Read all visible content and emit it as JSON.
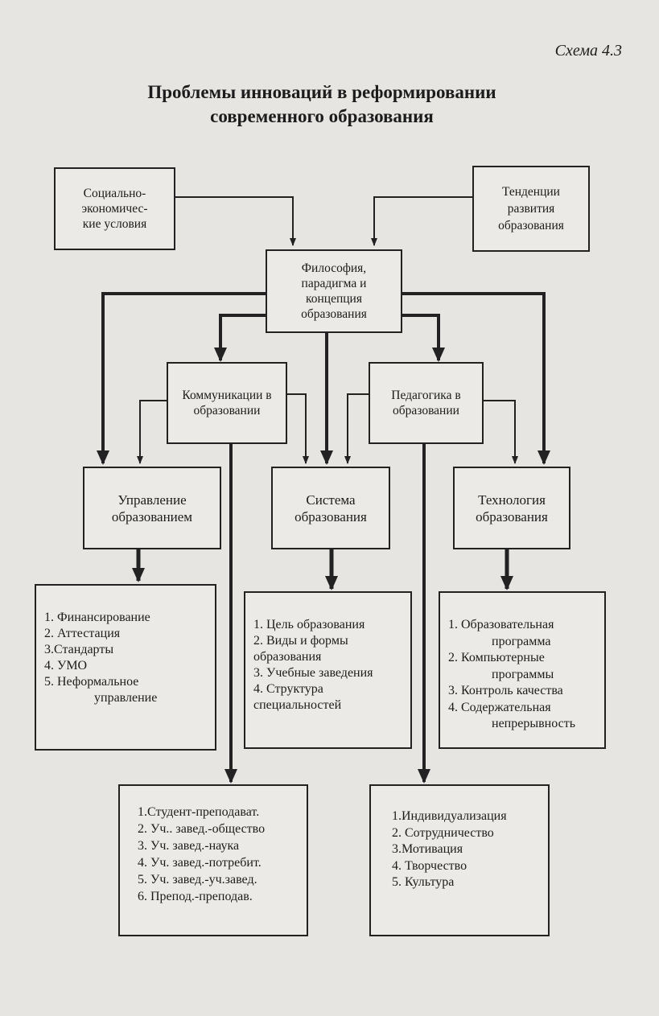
{
  "scheme_label": "Схема 4.3",
  "title": [
    "Проблемы инноваций в реформировании",
    "современного образования"
  ],
  "nodes": {
    "social": "Социально-\nэкономичес-\nкие условия",
    "trends": "Тенденции\nразвития\nобразования",
    "philosophy": "Философия,\nпарадигма и\nконцепция\nобразования",
    "communications": "Коммуникации в\nобразовании",
    "pedagogy": "Педагогика в\nобразовании",
    "management": "Управление\nобразованием",
    "system": "Система\nобразования",
    "technology": "Технология\nобразования"
  },
  "lists": {
    "management": [
      "1. Финансирование",
      "2. Аттестация",
      "3.Стандарты",
      "4. УМО",
      "5. Неформальное",
      "управление"
    ],
    "system": [
      "1. Цель образования",
      "2. Виды и формы",
      "образования",
      "3. Учебные заведения",
      "4. Структура",
      "специальностей"
    ],
    "technology": [
      "1. Образовательная",
      "программа",
      "2. Компьютерные",
      "программы",
      "3. Контроль качества",
      "4. Содержательная",
      "непрерывность"
    ],
    "communications": [
      "1.Студент-преподават.",
      "2. Уч.. завед.-общество",
      "3. Уч. завед.-наука",
      "4. Уч. завед.-потребит.",
      "5. Уч. завед.-уч.завед.",
      "6. Препод.-преподав."
    ],
    "pedagogy": [
      "1.Индивидуализация",
      "2. Сотрудничество",
      "3.Мотивация",
      "4. Творчество",
      "5. Культура"
    ]
  }
}
